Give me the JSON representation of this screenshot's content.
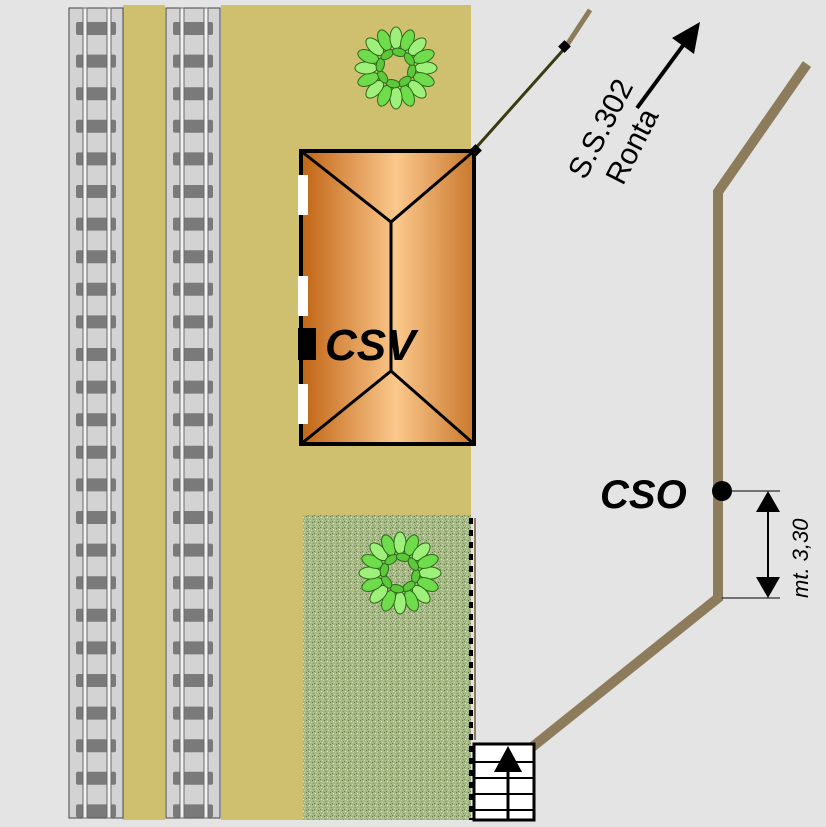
{
  "map": {
    "colors": {
      "ground": "#e4e4e4",
      "platform": "#cfc070",
      "rail_bed": "#d3d3d3",
      "sleeper": "#7a7a7a",
      "rail": "#8c8c8c",
      "wall": "#8c7c5c",
      "roof_dark": "#c06414",
      "roof_light": "#fbc88c",
      "garden": "#a6b884",
      "tree": "#6fdc4c",
      "ink": "#000000"
    },
    "labels": {
      "building": "CSV",
      "signal_point": "CSO",
      "road_line1": "S.S.302",
      "road_line2": "Ronta",
      "dimension": "mt. 3,30"
    },
    "icons": {
      "direction": "arrow-up-icon",
      "stairs": "stairs-icon",
      "tree": "tree-icon"
    }
  }
}
